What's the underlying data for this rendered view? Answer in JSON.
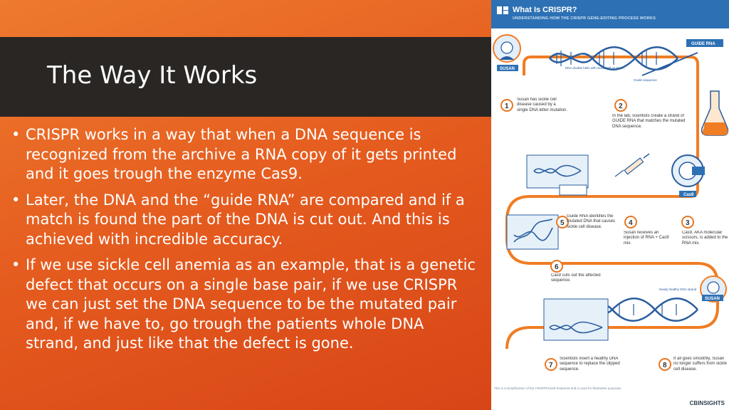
{
  "slide": {
    "title": "The Way It Works",
    "bullets": [
      "CRISPR works in a way that when a DNA sequence is recognized from the archive a RNA copy of it gets printed and it goes trough the enzyme Cas9.",
      "Later, the DNA and the “guide RNA” are compared and if a match is found the part of the DNA is cut out. And this is achieved with incredible accuracy.",
      "If we use sickle cell anemia as an example, that is a genetic defect that occurs on a single base pair, if we use CRISPR we can just set the DNA sequence to be the mutated pair and, if we have to, go trough the patients whole DNA strand, and just like that the defect is gone."
    ]
  },
  "infographic": {
    "title": "What Is CRISPR?",
    "subtitle": "UNDERSTANDING HOW THE CRISPR GENE-EDITING PROCESS WORKS",
    "susan": "SUSAN",
    "guide_rna_tag": "GUIDE RNA",
    "dna_helix_label": "DNA double helix with sickle cell mutation",
    "guide_sequence_label": "Guide sequence",
    "cas9_tag": "Cas9",
    "healthy_label": "Newly healthy DNA strand",
    "steps": [
      {
        "num": "1",
        "text": "Susan has sickle cell disease caused by a single DNA letter mutation."
      },
      {
        "num": "2",
        "text": "In the lab, scientists create a strand of GUIDE RNA that matches the mutated DNA sequence."
      },
      {
        "num": "3",
        "text": "Cas9, AKA molecular scissors, is added to the RNA mix."
      },
      {
        "num": "4",
        "text": "Susan receives an injection of RNA + Cas9 mix."
      },
      {
        "num": "5",
        "text": "Guide RNA identifies the mutated DNA that causes sickle cell disease."
      },
      {
        "num": "6",
        "text": "Cas9 cuts out the affected sequence."
      },
      {
        "num": "7",
        "text": "Scientists insert a healthy DNA sequence to replace the clipped sequence."
      },
      {
        "num": "8",
        "text": "If all goes smoothly, Susan no longer suffers from sickle cell disease."
      }
    ],
    "footnote": "This is a simplification of the CRISPR/Cas9 treatment and is used for illustrative purposes.",
    "brand": "CBINSIGHTS",
    "colors": {
      "header": "#2d71b4",
      "track": "#f07d24",
      "number_ring": "#e87722",
      "dna_blue": "#2a5e9f",
      "text": "#333333"
    }
  }
}
